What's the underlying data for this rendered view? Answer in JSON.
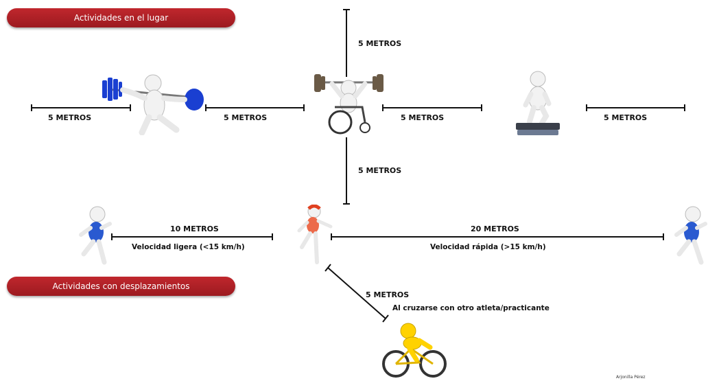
{
  "banners": {
    "stationary": "Actividades en el lugar",
    "moving": "Actividades con desplazamientos"
  },
  "stationary": {
    "top": "5 METROS",
    "bottom": "5 METROS",
    "left_outer": "5 METROS",
    "left_inner": "5 METROS",
    "right_inner": "5 METROS",
    "right_outer": "5 METROS"
  },
  "moving": {
    "light_distance": "10 METROS",
    "light_speed": "Velocidad ligera (<15 km/h)",
    "fast_distance": "20 METROS",
    "fast_speed": "Velocidad rápida (>15 km/h)",
    "crossing_distance": "5 METROS",
    "crossing_note": "Al cruzarse con otro atleta/practicante"
  },
  "credit": "Arjonilla Pérez",
  "colors": {
    "banner": "#b01f26",
    "weights_blue": "#1a3fd1",
    "figure_white": "#f2f2f2",
    "runner_top": "#f2f2f2",
    "cyclist": "#ffd200",
    "step_base": "#3a3f4a"
  },
  "icons": {
    "weightlifter": "weightlifter-icon",
    "wheelchair_lifter": "wheelchair-lifter-icon",
    "step_exerciser": "step-exerciser-icon",
    "runner_left": "runner-icon",
    "runner_center": "female-runner-icon",
    "runner_right": "runner-icon",
    "cyclist": "cyclist-icon"
  }
}
